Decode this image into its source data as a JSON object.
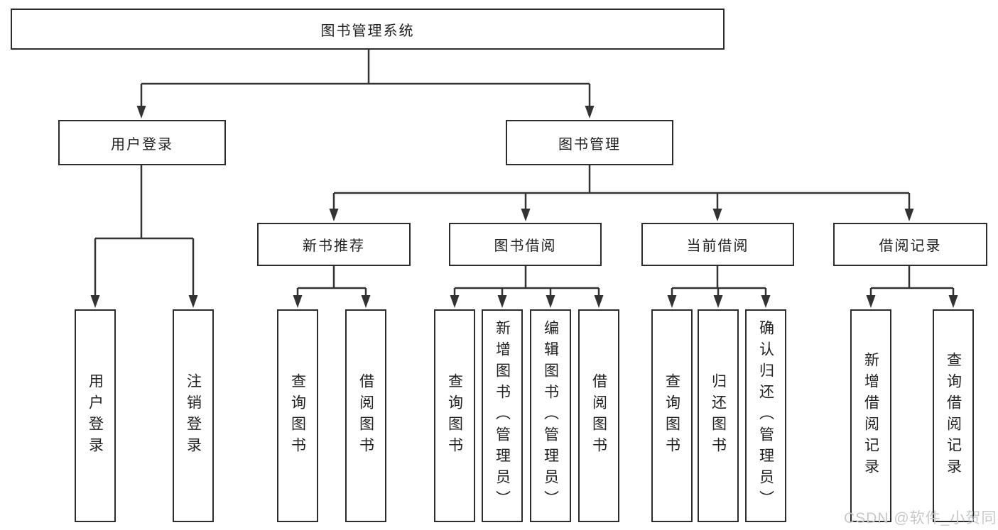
{
  "diagram": {
    "nodes": {
      "root": "图书管理系统",
      "user_login": "用户登录",
      "book_mgmt": "图书管理",
      "new_book_rec": "新书推荐",
      "book_borrow": "图书借阅",
      "current_borrow": "当前借阅",
      "borrow_records": "借阅记录",
      "ul_login": "用户登录",
      "ul_logout": "注销登录",
      "nb_query": "查询图书",
      "nb_borrow": "借阅图书",
      "bb_query": "查询图书",
      "bb_add": "新增图书（管理员）",
      "bb_edit": "编辑图书（管理员）",
      "bb_borrow": "借阅图书",
      "cb_query": "查询图书",
      "cb_return": "归还图书",
      "cb_confirm": "确认归还（管理员）",
      "br_add": "新增借阅记录",
      "br_query": "查询借阅记录"
    },
    "colors": {
      "line": "#333333",
      "box_border": "#2d2d2d",
      "text": "#222222",
      "watermark": "#c7c8ca"
    },
    "watermark": "CSDN @软件_小贺同学"
  }
}
